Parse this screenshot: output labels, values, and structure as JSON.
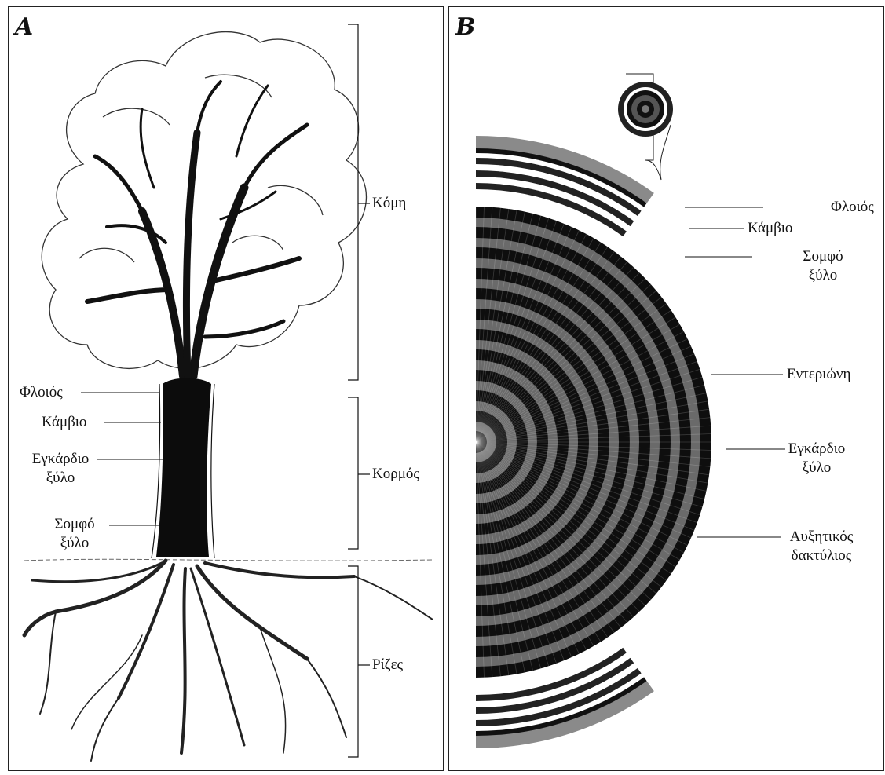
{
  "panel_a": {
    "letter": "A",
    "brackets": {
      "crown": "Κόμη",
      "trunk": "Κορμός",
      "roots": "Ρίζες"
    },
    "left_labels": {
      "bark": "Φλοιός",
      "cambium": "Κάμβιο",
      "heartwood": [
        "Εγκάρδιο",
        "ξύλο"
      ],
      "sapwood": [
        "Σομφό",
        "ξύλο"
      ]
    }
  },
  "panel_b": {
    "letter": "B",
    "labels": {
      "bark": "Φλοιός",
      "cambium": "Κάμβιο",
      "sapwood": [
        "Σομφό",
        "ξύλο"
      ],
      "pith": "Εντεριώνη",
      "heartwood": [
        "Εγκάρδιο",
        "ξύλο"
      ],
      "growth_ring": [
        "Αυξητικός",
        "δακτύλιος"
      ]
    }
  }
}
